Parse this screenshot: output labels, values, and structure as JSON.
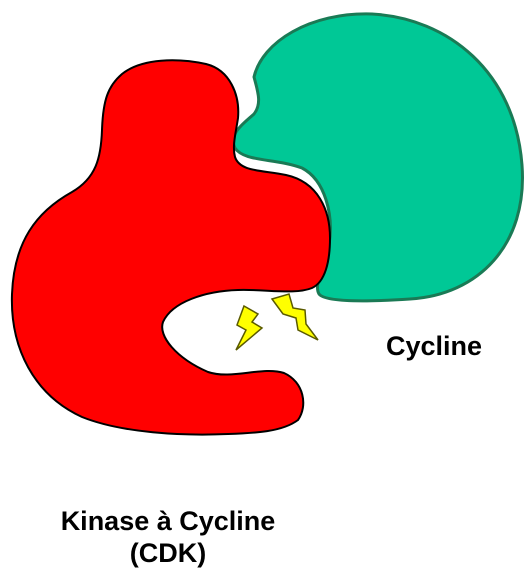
{
  "colors": {
    "cdk_fill": "#ff0000",
    "cycline_fill": "#00c896",
    "cycline_stroke": "#1a7a55",
    "outline": "#000000",
    "spark_fill": "#ffff00",
    "spark_stroke": "#5a5a00"
  },
  "labels": {
    "cycline": "Cycline",
    "cdk_line1": "Kinase à Cycline",
    "cdk_line2": "(CDK)"
  },
  "icons": [
    "lightning-bolt",
    "lightning-bolt"
  ]
}
